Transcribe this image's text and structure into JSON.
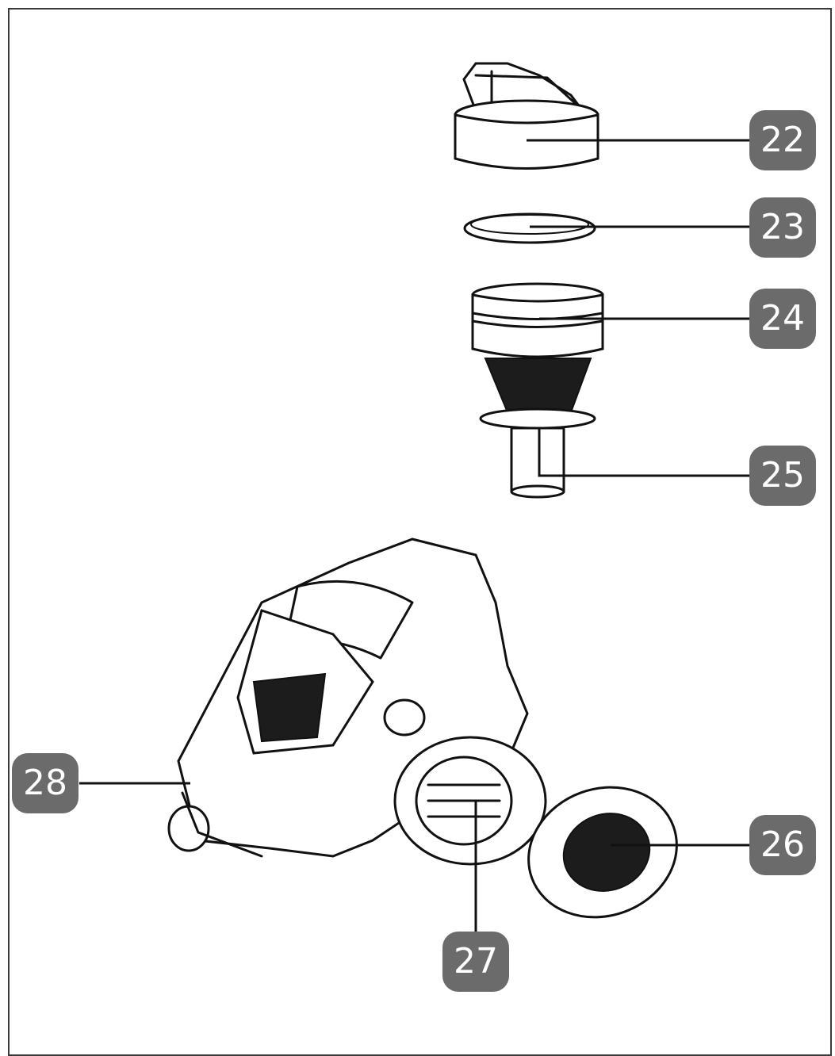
{
  "callouts": [
    {
      "id": "c22",
      "label": "22",
      "part": "dust-container-lid"
    },
    {
      "id": "c23",
      "label": "23",
      "part": "lid-seal-ring"
    },
    {
      "id": "c24",
      "label": "24",
      "part": "cyclone-filter-housing"
    },
    {
      "id": "c25",
      "label": "25",
      "part": "cyclone-mesh-filter"
    },
    {
      "id": "c26",
      "label": "26",
      "part": "exhaust-filter"
    },
    {
      "id": "c27",
      "label": "27",
      "part": "exhaust-grille"
    },
    {
      "id": "c28",
      "label": "28",
      "part": "dust-container"
    }
  ],
  "colors": {
    "badge_bg": "#6b6b6b",
    "badge_text": "#ffffff",
    "line": "#111111"
  }
}
